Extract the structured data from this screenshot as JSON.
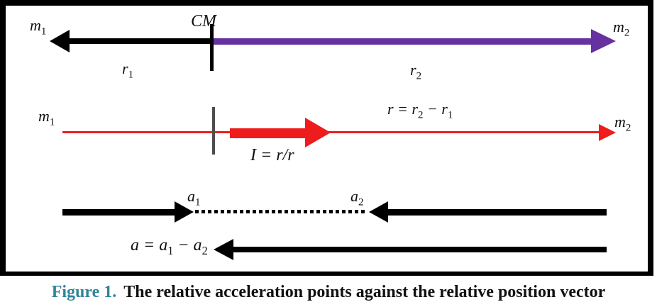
{
  "colors": {
    "arrow_black": "#000000",
    "arrow_purple": "#6632A0",
    "arrow_red": "#EE1C1C",
    "tick_gray": "#4D4D4D",
    "caption_label": "#31849B",
    "caption_text": "#111111"
  },
  "figure": {
    "top_row": {
      "mass_left": {
        "base": "m",
        "sub": "1"
      },
      "cm_label": "CM",
      "mass_right": {
        "base": "m",
        "sub": "2"
      },
      "r1_label": {
        "base": "r",
        "sub": "1"
      },
      "r2_label": {
        "base": "r",
        "sub": "2"
      }
    },
    "middle_row": {
      "mass_left": {
        "base": "m",
        "sub": "1"
      },
      "mass_right": {
        "base": "m",
        "sub": "2"
      },
      "unit_vector_eq": "I = r/r",
      "relative_position_eq": {
        "pre": "r = r",
        "sub1": "2",
        "mid": " − r",
        "sub2": "1"
      }
    },
    "bottom_rows": {
      "a1_label": {
        "base": "a",
        "sub": "1"
      },
      "a2_label": {
        "base": "a",
        "sub": "2"
      },
      "relative_accel_eq": {
        "pre": "a = a",
        "sub1": "1",
        "mid": " − a",
        "sub2": "2"
      }
    }
  },
  "caption": {
    "label": "Figure 1.",
    "text": "The relative acceleration points against the relative position vector"
  }
}
